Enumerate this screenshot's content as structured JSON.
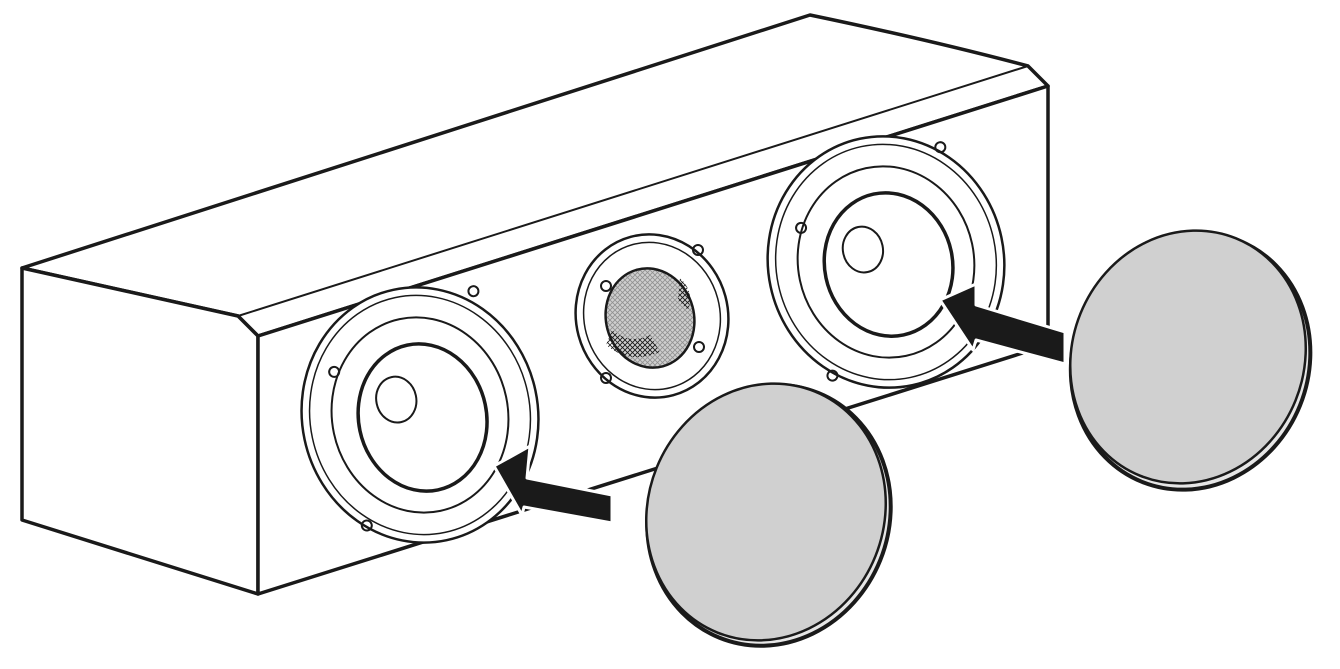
{
  "diagram": {
    "subject": "center-channel-speaker-grille-installation",
    "colors": {
      "line": "#1a1a1a",
      "cabinet": "#ffffff",
      "grille_cover": "#d0d0d0",
      "arrow": "#1a1a1a"
    },
    "parts": {
      "drivers": [
        "left-woofer",
        "tweeter",
        "right-woofer"
      ],
      "covers": [
        "left-grille-cover",
        "right-grille-cover"
      ],
      "arrows": [
        "left-install-arrow",
        "right-install-arrow"
      ]
    }
  }
}
